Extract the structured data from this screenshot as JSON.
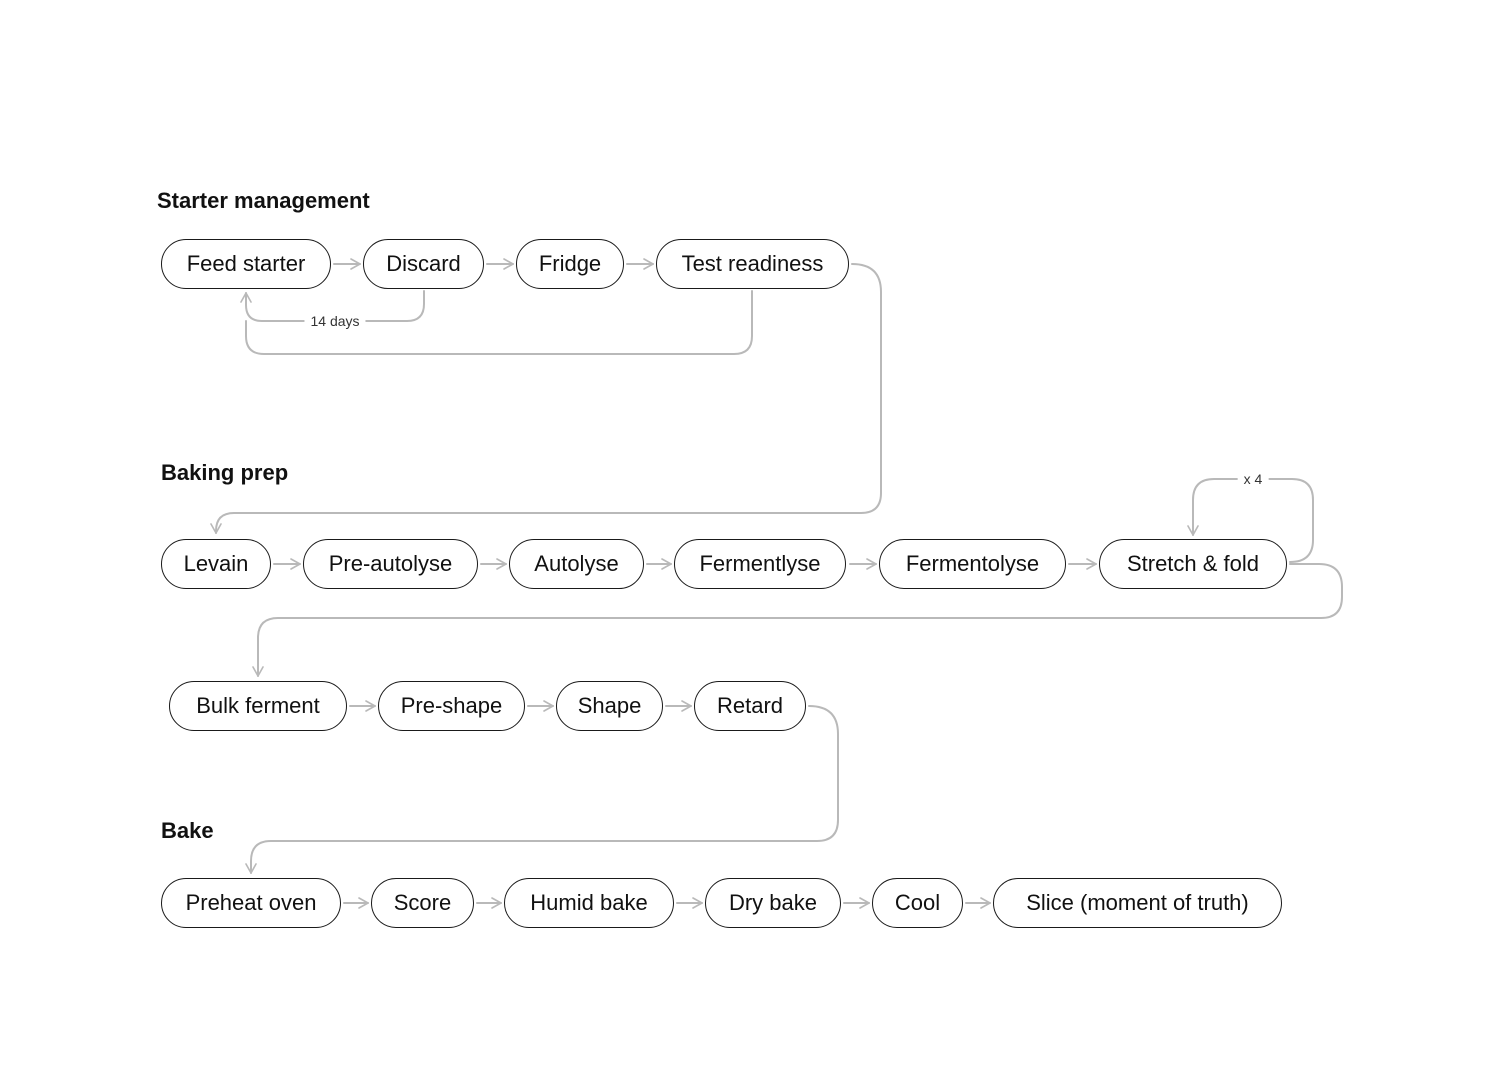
{
  "colors": {
    "connector": "#b9b9b9",
    "node_border": "#1a1a1a",
    "text": "#111111"
  },
  "sections": {
    "starter": {
      "title": "Starter management",
      "nodes": [
        "Feed starter",
        "Discard",
        "Fridge",
        "Test readiness"
      ]
    },
    "prep": {
      "title": "Baking prep",
      "nodes": [
        "Levain",
        "Pre-autolyse",
        "Autolyse",
        "Fermentlyse",
        "Fermentolyse",
        "Stretch & fold",
        "Bulk ferment",
        "Pre-shape",
        "Shape",
        "Retard"
      ]
    },
    "bake": {
      "title": "Bake",
      "nodes": [
        "Preheat oven",
        "Score",
        "Humid bake",
        "Dry bake",
        "Cool",
        "Slice (moment of truth)"
      ]
    }
  },
  "edge_labels": {
    "discard_loop": "14 days",
    "stretch_repeat": "x 4"
  }
}
